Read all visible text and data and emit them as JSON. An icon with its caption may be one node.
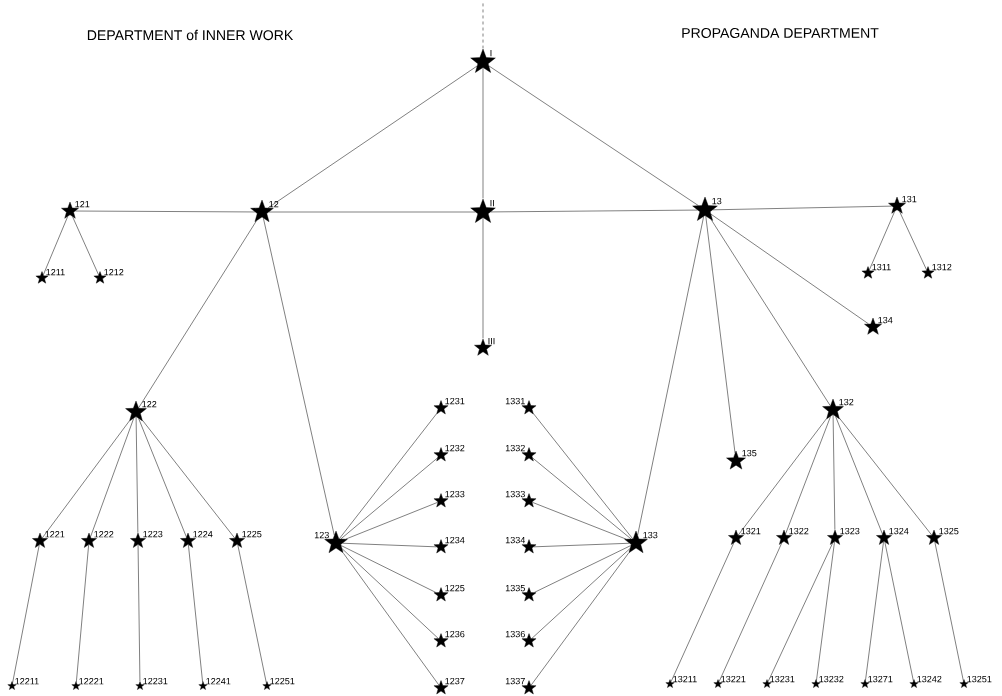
{
  "diagram": {
    "nodes": [
      {
        "text": [
          "I"
        ]
      },
      {
        "text": [
          "12"
        ]
      },
      {
        "text": [
          "II"
        ]
      },
      {
        "text": [
          "13"
        ]
      },
      {
        "text": [
          "121"
        ]
      },
      {
        "text": [
          "1211"
        ]
      },
      {
        "text": [
          "1212"
        ]
      },
      {
        "text": [
          "131"
        ]
      },
      {
        "text": [
          "1311"
        ]
      },
      {
        "text": [
          "1312"
        ]
      },
      {
        "text": [
          "III"
        ]
      },
      {
        "text": [
          "134"
        ]
      },
      {
        "text": [
          "122"
        ]
      },
      {
        "text": [
          "135"
        ]
      },
      {
        "text": [
          "132"
        ]
      },
      {
        "text": [
          "1221"
        ]
      },
      {
        "text": [
          "1222"
        ]
      },
      {
        "text": [
          "1223"
        ]
      },
      {
        "text": [
          "1224"
        ]
      },
      {
        "text": [
          "1225"
        ]
      },
      {
        "text": [
          "123"
        ]
      },
      {
        "text": [
          "1231"
        ]
      },
      {
        "text": [
          "1232"
        ]
      },
      {
        "text": [
          "1233"
        ]
      },
      {
        "text": [
          "1234"
        ]
      },
      {
        "text": [
          "1225"
        ]
      },
      {
        "text": [
          "1236"
        ]
      },
      {
        "text": [
          "1237"
        ]
      },
      {
        "text": [
          "1331"
        ]
      },
      {
        "text": [
          "1332"
        ]
      },
      {
        "text": [
          "1333"
        ]
      },
      {
        "text": [
          "1334"
        ]
      },
      {
        "text": [
          "1335"
        ]
      },
      {
        "text": [
          "1336"
        ]
      },
      {
        "text": [
          "1337"
        ]
      },
      {
        "text": [
          "133"
        ]
      },
      {
        "text": [
          "1321"
        ]
      },
      {
        "text": [
          "1322"
        ]
      },
      {
        "text": [
          "1323"
        ]
      },
      {
        "text": [
          "1324"
        ]
      },
      {
        "text": [
          "1325"
        ]
      },
      {
        "text": [
          "12211"
        ]
      },
      {
        "text": [
          "12221"
        ]
      },
      {
        "text": [
          "12231"
        ]
      },
      {
        "text": [
          "12241"
        ]
      },
      {
        "text": [
          "12251"
        ]
      },
      {
        "text": [
          "13211"
        ]
      },
      {
        "text": [
          "13221"
        ]
      },
      {
        "text": [
          "13231"
        ]
      },
      {
        "text": [
          "13232"
        ]
      },
      {
        "text": [
          "13271"
        ]
      },
      {
        "text": [
          "13242"
        ]
      },
      {
        "text": [
          "13251"
        ]
      }
    ],
    "edges": [
      {
        "from": null,
        "to": 0,
        "arrow": "none",
        "style": "dashed"
      },
      {
        "from": 0,
        "to": 1,
        "arrow": "none"
      },
      {
        "from": 0,
        "to": 2,
        "arrow": "none"
      },
      {
        "from": 0,
        "to": 3,
        "arrow": "none"
      },
      {
        "from": 1,
        "to": 4,
        "arrow": "none"
      },
      {
        "from": 2,
        "to": 1,
        "arrow": "none"
      },
      {
        "from": 2,
        "to": 3,
        "arrow": "none"
      },
      {
        "from": 3,
        "to": 7,
        "arrow": "none"
      },
      {
        "from": 4,
        "to": 5,
        "arrow": "none"
      },
      {
        "from": 4,
        "to": 6,
        "arrow": "none"
      },
      {
        "from": 7,
        "to": 8,
        "arrow": "none"
      },
      {
        "from": 7,
        "to": 9,
        "arrow": "none"
      },
      {
        "from": 2,
        "to": 10,
        "arrow": "none"
      },
      {
        "from": 3,
        "to": 11,
        "arrow": "none"
      },
      {
        "from": 1,
        "to": 12,
        "arrow": "none"
      },
      {
        "from": 1,
        "to": 20,
        "arrow": "none"
      },
      {
        "from": 3,
        "to": 35,
        "arrow": "none"
      },
      {
        "from": 3,
        "to": 13,
        "arrow": "none"
      },
      {
        "from": 3,
        "to": 14,
        "arrow": "none"
      },
      {
        "from": 12,
        "to": 15,
        "arrow": "none"
      },
      {
        "from": 12,
        "to": 16,
        "arrow": "none"
      },
      {
        "from": 12,
        "to": 17,
        "arrow": "none"
      },
      {
        "from": 12,
        "to": 18,
        "arrow": "none"
      },
      {
        "from": 12,
        "to": 19,
        "arrow": "none"
      },
      {
        "from": 15,
        "to": 41,
        "arrow": "none"
      },
      {
        "from": 16,
        "to": 42,
        "arrow": "none"
      },
      {
        "from": 17,
        "to": 43,
        "arrow": "none"
      },
      {
        "from": 18,
        "to": 44,
        "arrow": "none"
      },
      {
        "from": 19,
        "to": 45,
        "arrow": "none"
      },
      {
        "from": 20,
        "to": 21,
        "arrow": "none"
      },
      {
        "from": 20,
        "to": 22,
        "arrow": "none"
      },
      {
        "from": 20,
        "to": 23,
        "arrow": "none"
      },
      {
        "from": 20,
        "to": 24,
        "arrow": "none"
      },
      {
        "from": 20,
        "to": 25,
        "arrow": "none"
      },
      {
        "from": 20,
        "to": 26,
        "arrow": "none"
      },
      {
        "from": 20,
        "to": 27,
        "arrow": "none"
      },
      {
        "from": 35,
        "to": 28,
        "arrow": "none"
      },
      {
        "from": 35,
        "to": 29,
        "arrow": "none"
      },
      {
        "from": 35,
        "to": 30,
        "arrow": "none"
      },
      {
        "from": 35,
        "to": 31,
        "arrow": "none"
      },
      {
        "from": 35,
        "to": 32,
        "arrow": "none"
      },
      {
        "from": 35,
        "to": 33,
        "arrow": "none"
      },
      {
        "from": 35,
        "to": 34,
        "arrow": "none"
      },
      {
        "from": 14,
        "to": 36,
        "arrow": "none"
      },
      {
        "from": 14,
        "to": 37,
        "arrow": "none"
      },
      {
        "from": 14,
        "to": 38,
        "arrow": "none"
      },
      {
        "from": 14,
        "to": 39,
        "arrow": "none"
      },
      {
        "from": 14,
        "to": 40,
        "arrow": "none"
      },
      {
        "from": 36,
        "to": 46,
        "arrow": "none"
      },
      {
        "from": 37,
        "to": 47,
        "arrow": "none"
      },
      {
        "from": 38,
        "to": 48,
        "arrow": "none"
      },
      {
        "from": 38,
        "to": 49,
        "arrow": "none"
      },
      {
        "from": 39,
        "to": 50,
        "arrow": "none"
      },
      {
        "from": 39,
        "to": 51,
        "arrow": "none"
      },
      {
        "from": 40,
        "to": 52,
        "arrow": "none"
      }
    ],
    "labels": [
      "DEPARTMENT of INNER WORK",
      "PROPAGANDA DEPARTMENT"
    ]
  }
}
